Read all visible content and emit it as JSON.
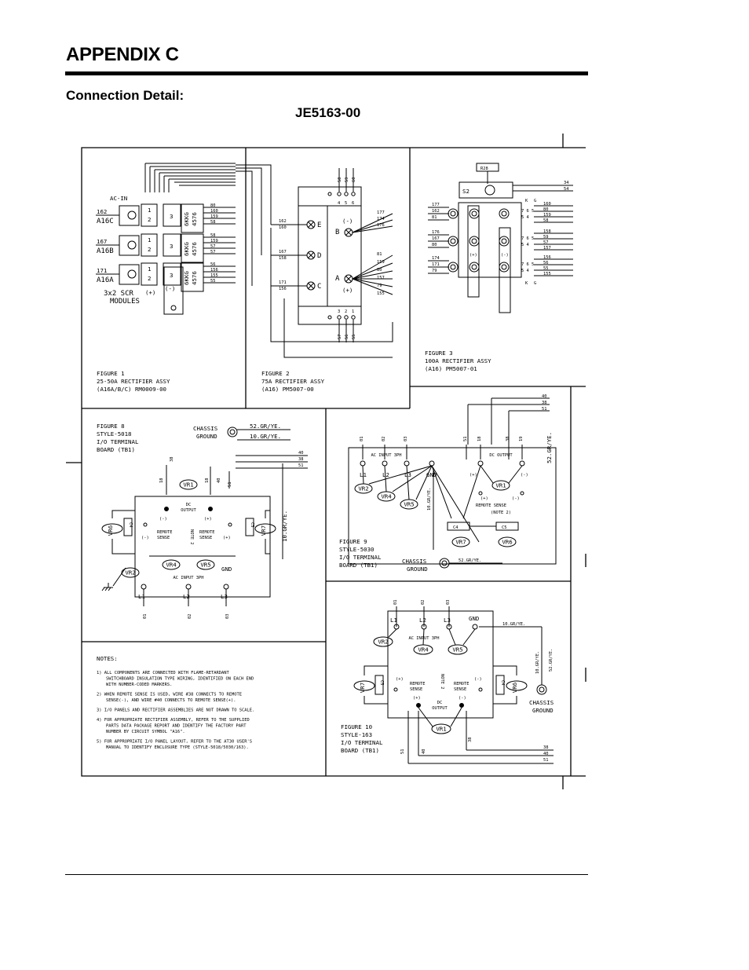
{
  "header": {
    "title": "APPENDIX C"
  },
  "section": {
    "heading": "Connection Detail:",
    "drawing_number": "JE5163-00"
  },
  "figures": {
    "fig1": {
      "caption": [
        "FIGURE 1",
        "25-50A RECTIFIER ASSY",
        "(A16A/B/C) RM0009-00"
      ],
      "module_label": [
        "3x2 SCR",
        "MODULES"
      ],
      "ac_in": "AC-IN",
      "refs": [
        "A16C",
        "A16B",
        "A16A"
      ],
      "wires_in": [
        "162",
        "167",
        "171"
      ],
      "module_code": [
        "6KKG",
        "4576"
      ],
      "wire_groups": [
        [
          "80",
          "160",
          "159",
          "58"
        ],
        [
          "58",
          "159",
          "57",
          "57"
        ],
        [
          "56",
          "156",
          "155",
          "55"
        ]
      ],
      "plus": "(+)",
      "minus": "(-)"
    },
    "fig2": {
      "caption": [
        "FIGURE 2",
        "75A RECTIFIER ASSY",
        "(A16) PM5007-00"
      ],
      "terms": [
        "E",
        "D",
        "C",
        "B",
        "A"
      ],
      "top_wires": [
        "58",
        "59",
        "60"
      ],
      "top_terms": [
        "4",
        "5",
        "6"
      ],
      "bot_wires": [
        "57",
        "56",
        "55"
      ],
      "bot_terms": [
        "3",
        "2",
        "1"
      ],
      "left_wires": [
        [
          "162",
          "160"
        ],
        [
          "167",
          "158"
        ],
        [
          "171",
          "156"
        ]
      ],
      "right_b": [
        "177",
        "174",
        "176"
      ],
      "right_a": [
        "81",
        "159",
        "80",
        "157",
        "79",
        "155"
      ],
      "minus": "(-)",
      "plus": "(+)"
    },
    "fig3": {
      "caption": [
        "FIGURE 3",
        "100A RECTIFIER ASSY",
        "(A16) PM5007-01"
      ],
      "r28": "R28",
      "s2": "S2",
      "s2_wires": [
        "34",
        "54"
      ],
      "left": [
        [
          "177",
          "162",
          "81"
        ],
        [
          "176",
          "167",
          "80"
        ],
        [
          "174",
          "171",
          "79"
        ]
      ],
      "right": [
        [
          "160",
          "80",
          "159",
          "58"
        ],
        [
          "158",
          "59",
          "57",
          "157"
        ],
        [
          "156",
          "56",
          "55",
          "155"
        ]
      ],
      "kg": [
        "K",
        "G"
      ],
      "plus": "(+)",
      "minus": "(-)"
    },
    "fig8": {
      "caption": [
        "FIGURE 8",
        "STYLE-5018",
        "I/O TERMINAL",
        "BOARD (TB1)"
      ],
      "chassis_ground": [
        "CHASSIS",
        "GROUND"
      ],
      "gnd_wires": [
        "52.GR/YE.",
        "10.GR/YE."
      ],
      "sense_wires": [
        "40",
        "38",
        "51"
      ],
      "top_wires": [
        "38",
        "18",
        "18",
        "40",
        "51"
      ],
      "dc_output": [
        "DC",
        "OUTPUT"
      ],
      "remote_sense": [
        "REMOTE",
        "SENSE"
      ],
      "note": "NOTE 2",
      "vr": [
        "VR1",
        "VR2",
        "VR4",
        "VR5",
        "VR6",
        "VR7"
      ],
      "caps": [
        "C4",
        "C5"
      ],
      "gnd": "GND",
      "ac_input": "AC INPUT 3PH",
      "lines": [
        "L1",
        "L2",
        "L3"
      ],
      "bot_wires": [
        "01",
        "02",
        "03"
      ],
      "side_wire": "10.GR/YE.",
      "signs": [
        "(-)",
        "(+)"
      ]
    },
    "fig9": {
      "caption": [
        "FIGURE 9",
        "STYLE-5030",
        "I/O TERMINAL",
        "BOARD (TB1)"
      ],
      "top_wires": [
        "01",
        "02",
        "03",
        "51",
        "18",
        "38",
        "19"
      ],
      "right_wires": [
        "40",
        "38",
        "51"
      ],
      "ac_input": "AC INPUT 3PH",
      "dc_output": "DC OUTPUT",
      "lines": [
        "L1",
        "L2",
        "L3",
        "GND"
      ],
      "vr": [
        "VR2",
        "VR4",
        "VR5",
        "VR1",
        "VR7",
        "VR6"
      ],
      "caps": [
        "C5",
        "C4"
      ],
      "remote_sense": "REMOTE SENSE",
      "note": "(NOTE 2)",
      "wire_gnd": "10.GR/YE.",
      "wire_ch": "52.GR/YE.",
      "side_wire": "52.GR/YE.",
      "chassis_ground": [
        "CHASSIS",
        "GROUND"
      ],
      "signs": [
        "(+)",
        "(-)"
      ]
    },
    "fig10": {
      "caption": [
        "FIGURE 10",
        "STYLE-163",
        "I/O TERMINAL",
        "BOARD (TB1)"
      ],
      "top_wires": [
        "01",
        "02",
        "03"
      ],
      "lines": [
        "L1",
        "L2",
        "L3",
        "GND"
      ],
      "ac_input": "AC INPUT 3PH",
      "gnd_wire": "10.GR/YE.",
      "side_wires": [
        "10.GR/YE.",
        "52.GR/YE."
      ],
      "vr": [
        "VR2",
        "VR4",
        "VR5",
        "VR7",
        "VR6",
        "VR1"
      ],
      "caps": [
        "C5",
        "C4"
      ],
      "remote_sense": [
        "REMOTE",
        "SENSE"
      ],
      "note": "NOTE 2",
      "dc_output": [
        "DC",
        "OUTPUT"
      ],
      "bot_wires": [
        "51",
        "40",
        "38"
      ],
      "right_wires": [
        "38",
        "40",
        "51"
      ],
      "chassis_ground": [
        "CHASSIS",
        "GROUND"
      ],
      "signs": [
        "(+)",
        "(-)"
      ]
    }
  },
  "notes": {
    "title": "NOTES:",
    "items": [
      [
        "1) ALL COMPONENTS ARE CONNECTED WITH FLAME-RETARDANT",
        "SWITCHBOARD INSULATION TYPE WIRING, IDENTIFIED ON EACH END",
        "WITH NUMBER-CODED MARKERS."
      ],
      [
        "2) WHEN REMOTE SENSE IS USED, WIRE #38 CONNECTS TO REMOTE",
        "SENSE(-), AND WIRE #40 CONNECTS TO REMOTE SENSE(+)."
      ],
      [
        "3) I/O PANELS AND RECTIFIER ASSEMBLIES ARE NOT DRAWN TO SCALE."
      ],
      [
        "4) FOR APPROPRIATE RECTIFIER ASSEMBLY, REFER TO THE SUPPLIED",
        "PARTS DATA PACKAGE REPORT AND IDENTIFY THE FACTORY PART",
        "NUMBER BY CIRCUIT SYMBOL \"A16\"."
      ],
      [
        "5) FOR APPROPRIATE I/O PANEL LAYOUT, REFER TO THE AT30 USER'S",
        "MANUAL TO IDENTIFY ENCLOSURE TYPE (STYLE-5018/5030/163)."
      ]
    ]
  }
}
